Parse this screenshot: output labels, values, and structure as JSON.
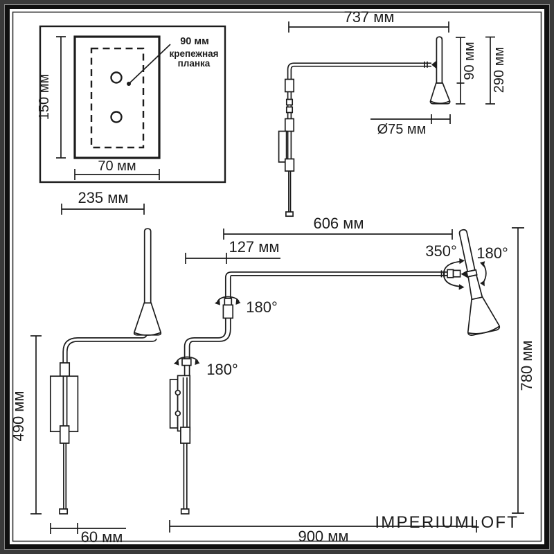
{
  "page": {
    "background": "#ffffff",
    "frame_color": "#111111",
    "ink_color": "#1c1c1c"
  },
  "brand": {
    "part1": "IMPERIUM",
    "part2": "LOFT",
    "part1_color": "#97979a",
    "part2_color": "#e8908f"
  },
  "mounting_plate_detail": {
    "height": "150 мм",
    "width": "70 мм",
    "bar_spacing": "90 мм",
    "bar_label_line1": "крепежная",
    "bar_label_line2": "планка"
  },
  "up_position_view": {
    "backplate_width": "235 мм",
    "mount_height": "490 мм",
    "wall_offset": "60 мм"
  },
  "folded_side_view": {
    "arm_reach": "737 мм",
    "shade_height": "90 мм",
    "mount_height": "290 мм",
    "shade_diameter": "Ø75 мм"
  },
  "extended_view": {
    "arm_length": "606 мм",
    "elbow_offset": "127 мм",
    "head_swivel": "350°",
    "head_tilt": "180°",
    "elbow_rotation": "180°",
    "base_rotation": "180°",
    "overall_height": "780 мм",
    "overall_reach": "900 мм"
  }
}
